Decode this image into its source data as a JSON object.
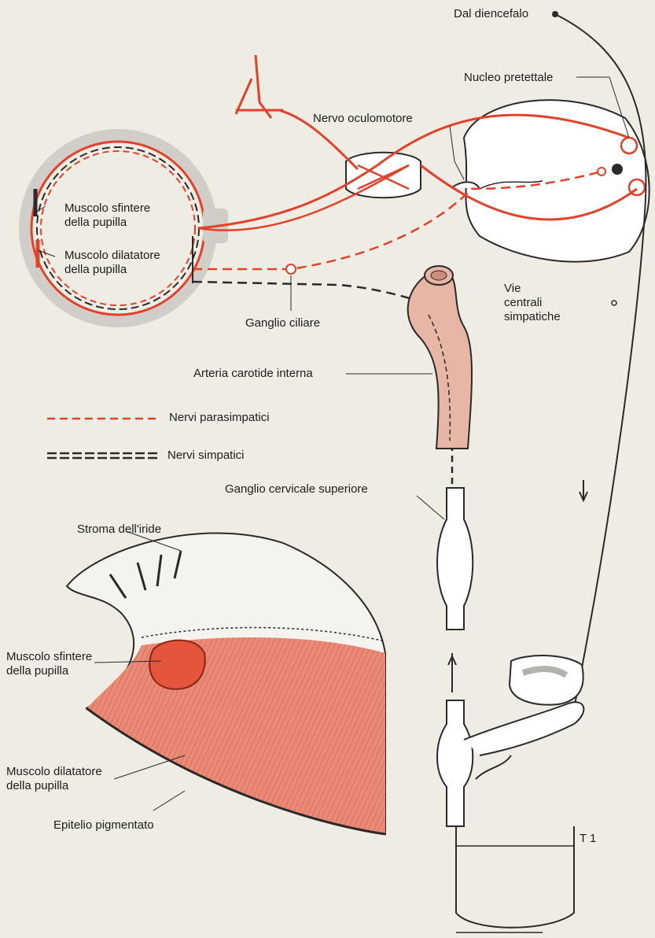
{
  "labels": {
    "dal_diencefalo": "Dal diencefalo",
    "nucleo_pretettale": "Nucleo pretettale",
    "nervo_oculomotore": "Nervo oculomotore",
    "muscolo_sfintere_top_1": "Muscolo sfintere",
    "muscolo_sfintere_top_2": "della pupilla",
    "muscolo_dilatatore_top_1": "Muscolo dilatatore",
    "muscolo_dilatatore_top_2": "della pupilla",
    "ganglio_ciliare": "Ganglio ciliare",
    "vie_centrali_1": "Vie",
    "vie_centrali_2": "centrali",
    "vie_centrali_3": "simpatiche",
    "arteria_carotide": "Arteria carotide interna",
    "ganglio_cervicale": "Ganglio cervicale superiore",
    "stroma": "Stroma dell'iride",
    "muscolo_sfintere_bottom_1": "Muscolo sfintere",
    "muscolo_sfintere_bottom_2": "della pupilla",
    "muscolo_dilatatore_bottom_1": "Muscolo dilatatore",
    "muscolo_dilatatore_bottom_2": "della pupilla",
    "epitelio": "Epitelio pigmentato",
    "t1": "T 1"
  },
  "legend": {
    "parasimpatici": "Nervi parasimpatici",
    "simpatici": "Nervi simpatici"
  },
  "colors": {
    "parasympathetic": "#e2412a",
    "sympathetic": "#2a2a2a",
    "artery": "#e7b6a4",
    "muscle": "#e4553c",
    "background": "#efece4"
  }
}
